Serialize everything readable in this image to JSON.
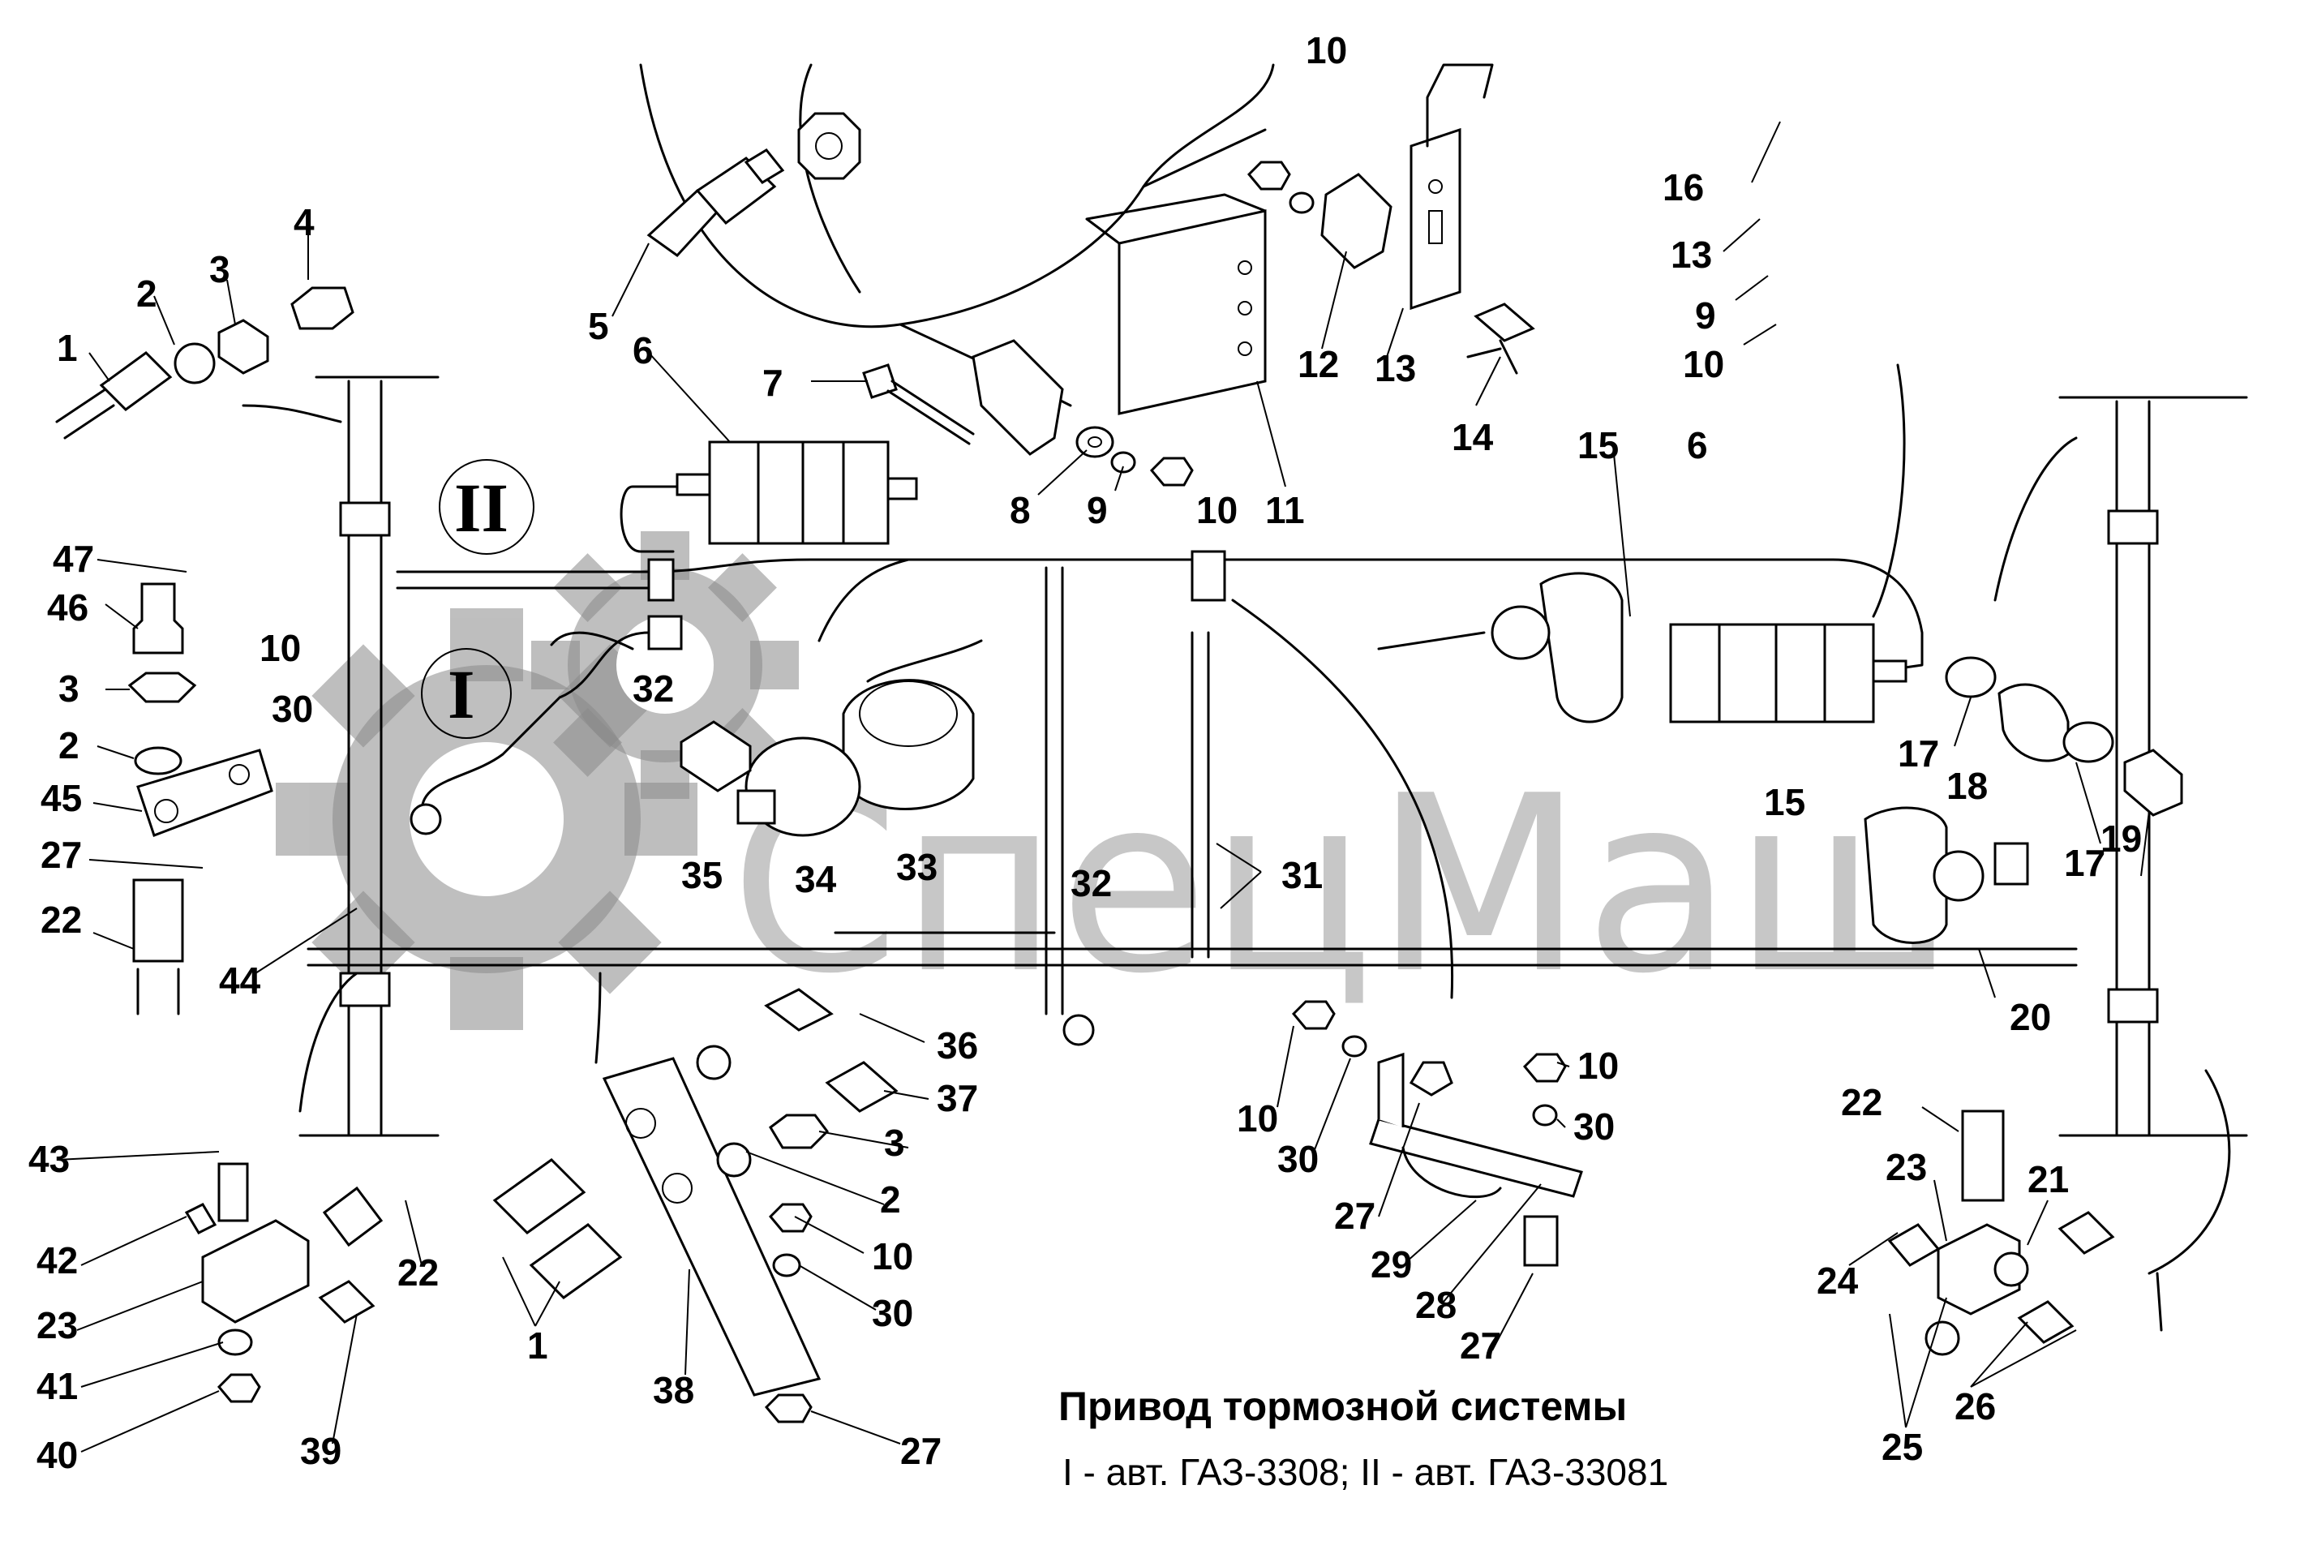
{
  "caption": {
    "title": "Привод тормозной системы",
    "subtitle": "I - авт. ГАЗ-3308; II -   авт. ГАЗ-33081"
  },
  "watermark": {
    "text": "СпецМаш"
  },
  "variant_marks": {
    "one": "I",
    "two": "II"
  },
  "callouts": [
    "1",
    "2",
    "3",
    "4",
    "5",
    "6",
    "7",
    "8",
    "9",
    "10",
    "10",
    "11",
    "12",
    "13",
    "14",
    "15",
    "15",
    "16",
    "13",
    "9",
    "10",
    "6",
    "47",
    "46",
    "10",
    "3",
    "30",
    "2",
    "45",
    "27",
    "22",
    "44",
    "32",
    "35",
    "34",
    "33",
    "32",
    "31",
    "17",
    "18",
    "17",
    "19",
    "20",
    "43",
    "42",
    "23",
    "41",
    "40",
    "39",
    "22",
    "1",
    "38",
    "36",
    "37",
    "3",
    "2",
    "10",
    "30",
    "27",
    "10",
    "30",
    "27",
    "29",
    "28",
    "27",
    "10",
    "30",
    "22",
    "23",
    "21",
    "24",
    "25",
    "26"
  ]
}
